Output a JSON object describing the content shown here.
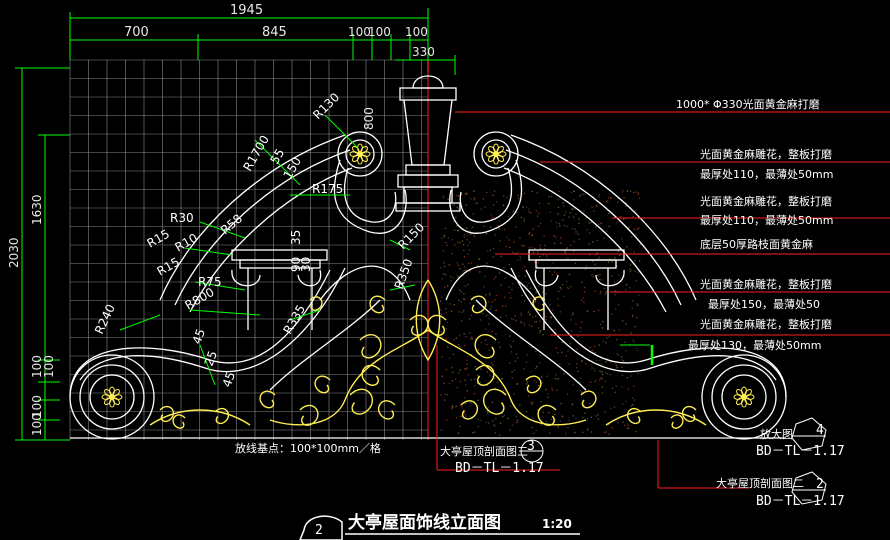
{
  "dimensions": {
    "total_width": "1945",
    "seg_700": "700",
    "seg_845": "845",
    "seg_100a": "100",
    "seg_100b": "100",
    "seg_100c": "100",
    "width_330": "330",
    "height_2030": "2030",
    "height_1630": "1630",
    "h_100a": "100",
    "h_100b": "100",
    "h_100c": "100",
    "h_100d": "100",
    "finial_800": "800"
  },
  "radii": {
    "r130": "R130",
    "r1700": "R1700",
    "r55": "55",
    "r150a": "150",
    "r175": "R175",
    "r30": "R30",
    "r58": "R58",
    "r15a": "R15",
    "r10": "R10",
    "r15b": "R15",
    "r75": "R75",
    "r800": "R800",
    "r240": "R240",
    "r150b": "R150",
    "r335": "R335",
    "r350": "R350",
    "d35": "35",
    "d90": "90",
    "d30": "30",
    "d45a": "45",
    "d45b": "45",
    "d25": "25"
  },
  "callouts": [
    "1000* Φ330光面黄金麻打磨",
    "光面黄金麻雕花，整板打磨",
    "最厚处110，最薄处50mm",
    "光面黄金麻雕花，整板打磨",
    "最厚处110，最薄处50mm",
    "底层50厚路枝面黄金麻",
    "光面黄金麻雕花，整板打磨",
    "最厚处150，最薄处50",
    "光面黄金麻雕花，整板打磨",
    "最厚处130，最薄处50mm"
  ],
  "grid_note": "放线基点：100*100mm／格",
  "refs": {
    "section3_label": "大亭屋顶剖面图三",
    "section3_num": "3",
    "section3_code": "BD－TL－1.17",
    "detail4_label": "放大图",
    "detail4_num": "4",
    "detail4_code": "BD－TL－1.17",
    "section2_label": "大亭屋顶剖面图二",
    "section2_num": "2",
    "section2_code": "BD－TL－1.17"
  },
  "title": {
    "number": "2",
    "text": "大亭屋面饰线立面图",
    "scale": "1:20"
  },
  "colors": {
    "background": "#000000",
    "grid": "#9a9a9a",
    "outline": "#ffffff",
    "dimension": "#00ff00",
    "leader": "#ff2020",
    "ornament": "#ffee55",
    "text": "#ffffff"
  }
}
